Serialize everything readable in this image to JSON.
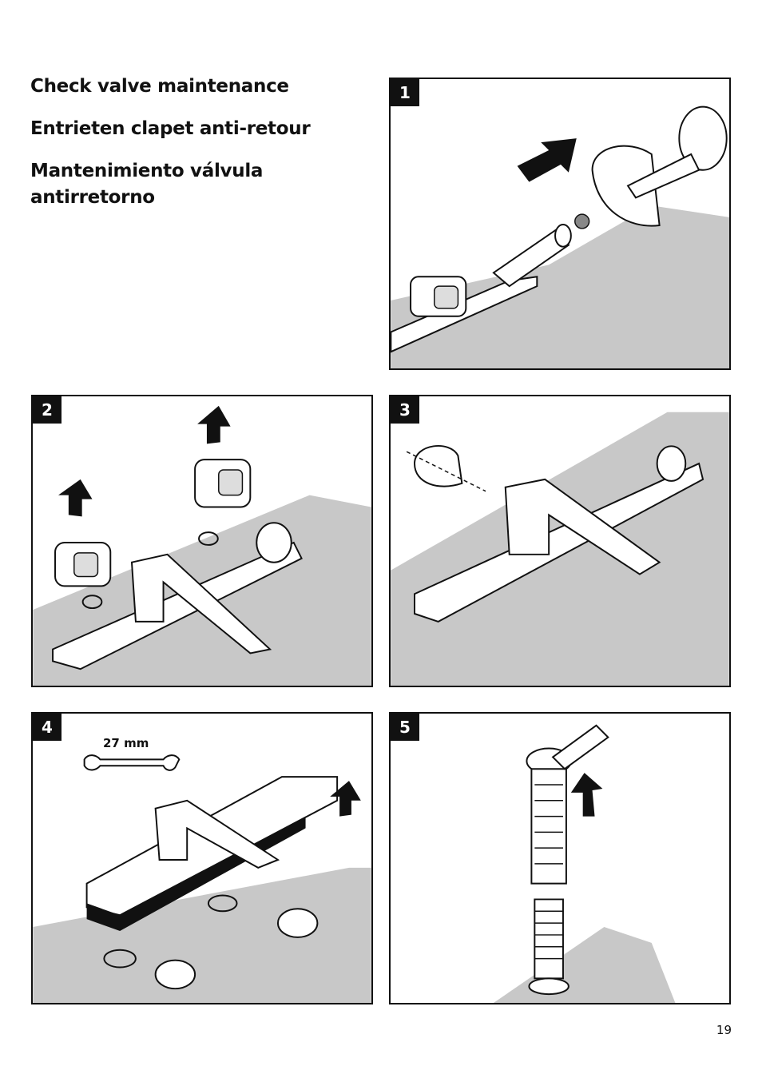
{
  "titles": {
    "en": "Check valve maintenance",
    "fr": "Entrieten clapet anti-retour",
    "es": "Mantenimiento válvula antirretorno"
  },
  "steps": [
    {
      "number": "1"
    },
    {
      "number": "2"
    },
    {
      "number": "3"
    },
    {
      "number": "4",
      "wrench_size": "27 mm"
    },
    {
      "number": "5"
    }
  ],
  "page_number": "19"
}
